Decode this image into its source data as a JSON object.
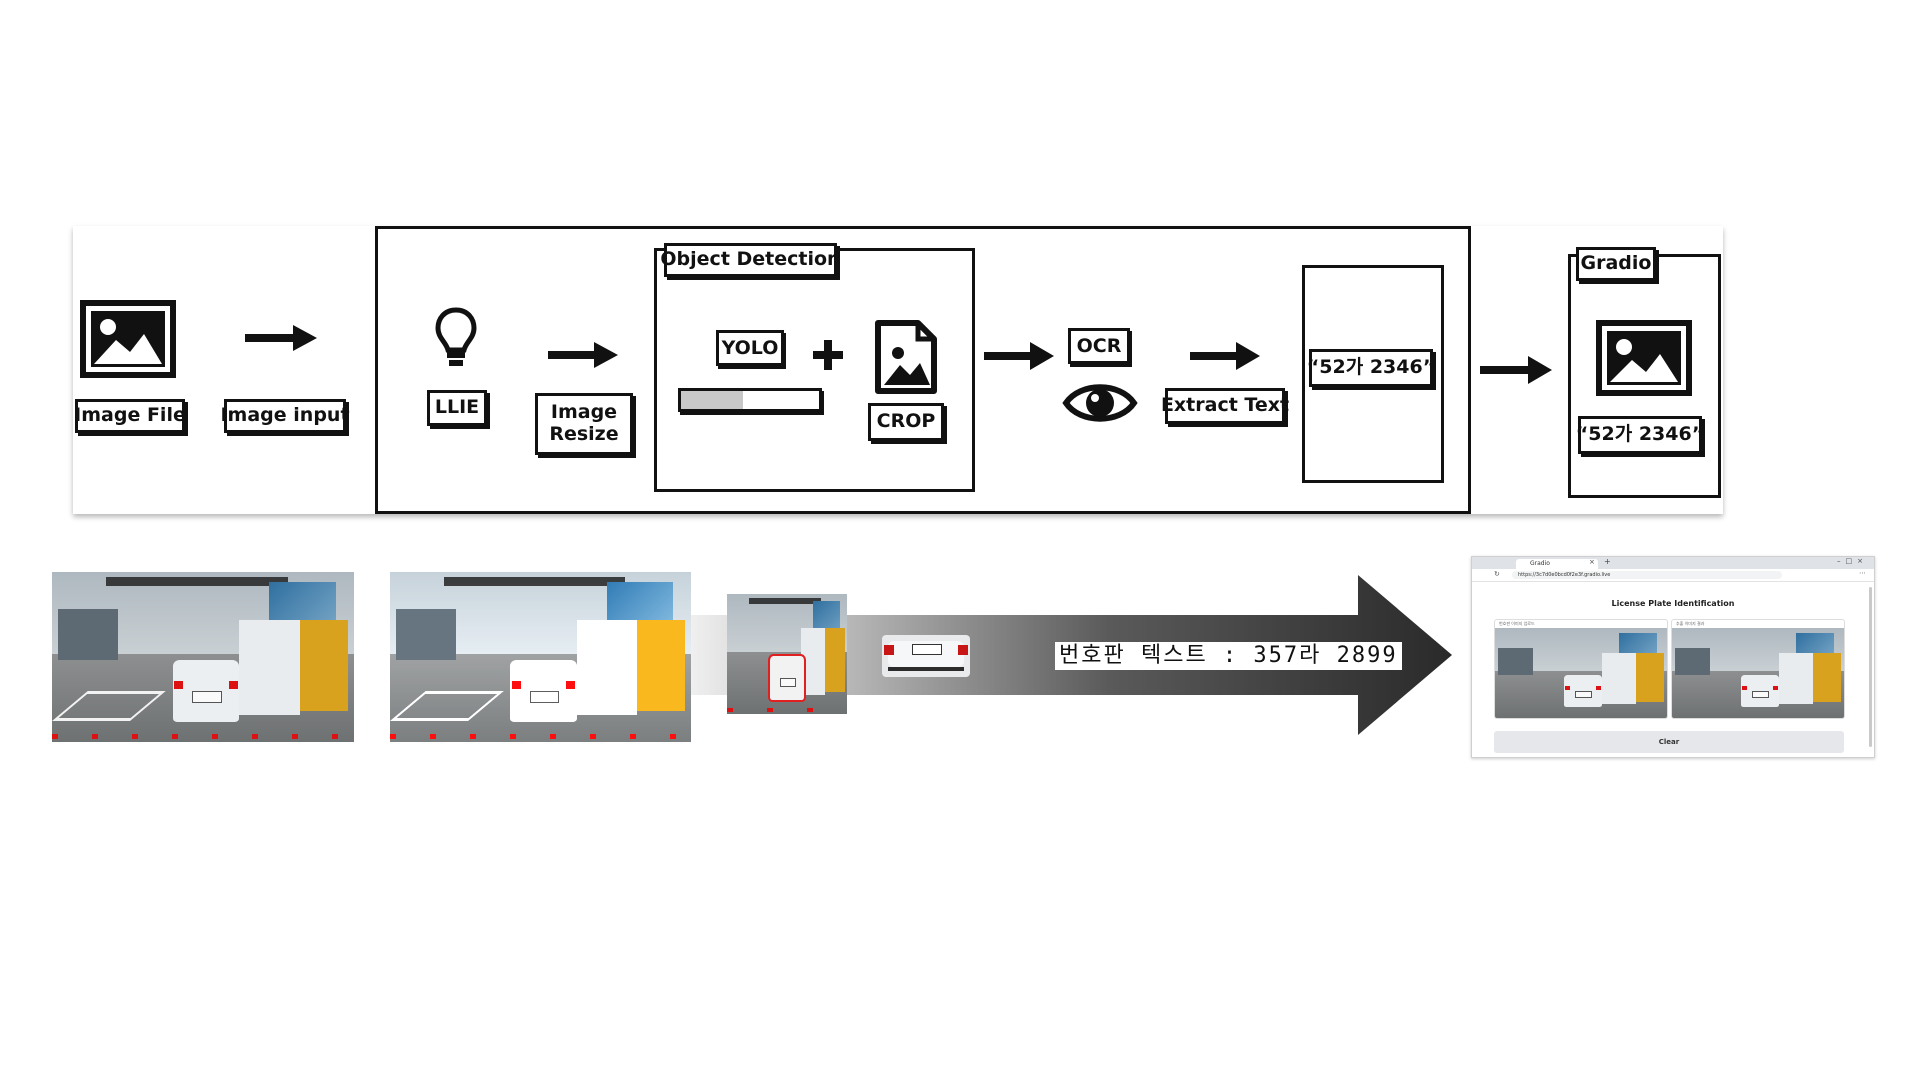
{
  "pipeline": {
    "image_file_label": "Image File",
    "image_input_label": "Image input",
    "llie_label": "LLIE",
    "image_resize_label": "Image\nResize",
    "object_detection_title": "Object Detection",
    "yolo_label": "YOLO",
    "crop_label": "CROP",
    "ocr_label": "OCR",
    "extract_text_label": "Extract Text",
    "ocr_result": "“52가 2346”",
    "gradio_title": "Gradio",
    "gradio_result": "“52가 2346”",
    "progress": 0.45
  },
  "demo": {
    "plate_text": "번호판 텍스트 : 357라 2899",
    "browser_tab": "Gradio",
    "browser_url": "https://3c7d0e0bcd0f2e3f.gradio.live",
    "app_title": "License Plate Identification",
    "input_image_label": "번호판 이미지 업로드",
    "output_image_label": "추출 이미지 결과",
    "clear_button": "Clear"
  },
  "icons": {
    "image_file": "image-icon",
    "bulb": "lightbulb-icon",
    "crop_file": "image-file-icon",
    "eye": "eye-icon",
    "gradio_image": "image-icon",
    "arrows": "arrow-right-icon"
  },
  "colors": {
    "ink": "#111111",
    "progress_fill": "#c8c8c8",
    "arrow_dark": "#2a2a2a",
    "arrow_light": "#f0f0f0"
  }
}
